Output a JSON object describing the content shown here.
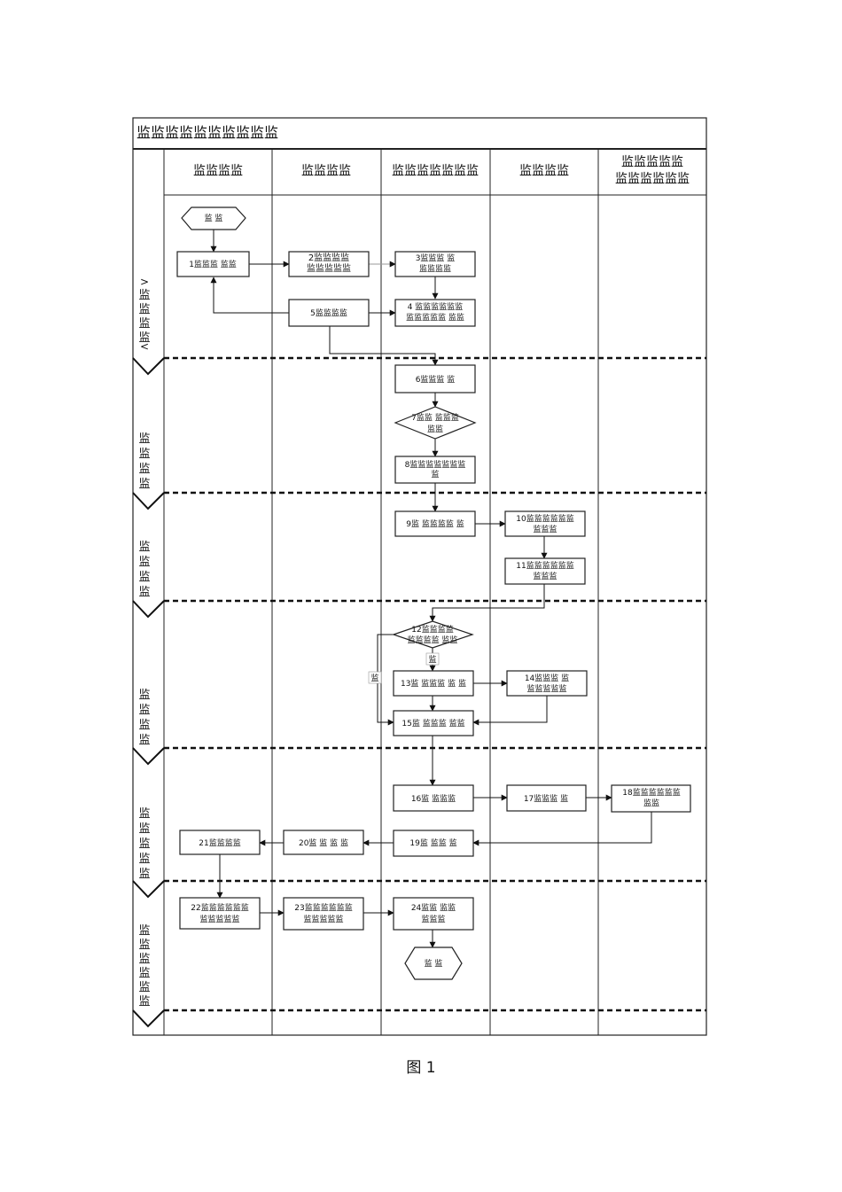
{
  "title": "监监监监监监监监监监",
  "columns": [
    "监监监监",
    "监监监监",
    "监监监监监监监",
    "监监监监",
    "监监监监监\n监监监监监监"
  ],
  "phases": [
    "监\n监\n监\n监",
    "监\n监\n监\n监",
    "监\n监\n监\n监",
    "监\n监\n监\n监",
    "监\n监\n监\n监\n监",
    "监\n监\n监\n监\n监\n监"
  ],
  "phase_markers": {
    "first_top": ">",
    "first_bottom": "<"
  },
  "nodes": {
    "start": "监 监",
    "n1": "1监监监 监监",
    "n2": "2监监监监\n监监监监监",
    "n3": "3监监监 监\n监监监监",
    "n4": "4 监监监监监监\n监监监监监 监监",
    "n5": "5监监监监",
    "n6": "6监监监 监",
    "n7": "7监监 监监监\n监监",
    "n8": "8监监监监监监监\n监",
    "n9": "9监 监监监监 监",
    "n10": "10监监监监监监\n监监监",
    "n11": "11监监监监监监\n监监监",
    "n12": "12监监监监\n监监监监 监监",
    "n13": "13监 监监监 监 监",
    "n14": "14监监监 监\n监监监监监",
    "n15": "15监 监监监 监监",
    "n16": "16监 监监监",
    "n17": "17监监监 监",
    "n18": "18监监监监监监\n监监",
    "n19": "19监 监监 监",
    "n20": "20监 监 监 监",
    "n21": "21监监监监",
    "n22": "22监监监监监监\n监监监监监",
    "n23": "23监监监监监监\n监监监监监",
    "n24": "24监监 监监\n监监监",
    "end": "监 监"
  },
  "branch_labels": {
    "yes": "监",
    "no": "监"
  },
  "caption": "图 1"
}
